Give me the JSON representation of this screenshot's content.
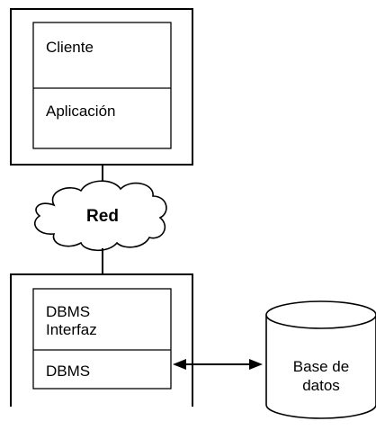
{
  "client_box": {
    "label_top": "Cliente",
    "label_bottom": "Aplicación"
  },
  "network": {
    "label": "Red"
  },
  "server_box": {
    "label_top_line1": "DBMS",
    "label_top_line2": "Interfaz",
    "label_bottom": "DBMS"
  },
  "database": {
    "label_line1": "Base de",
    "label_line2": "datos"
  }
}
